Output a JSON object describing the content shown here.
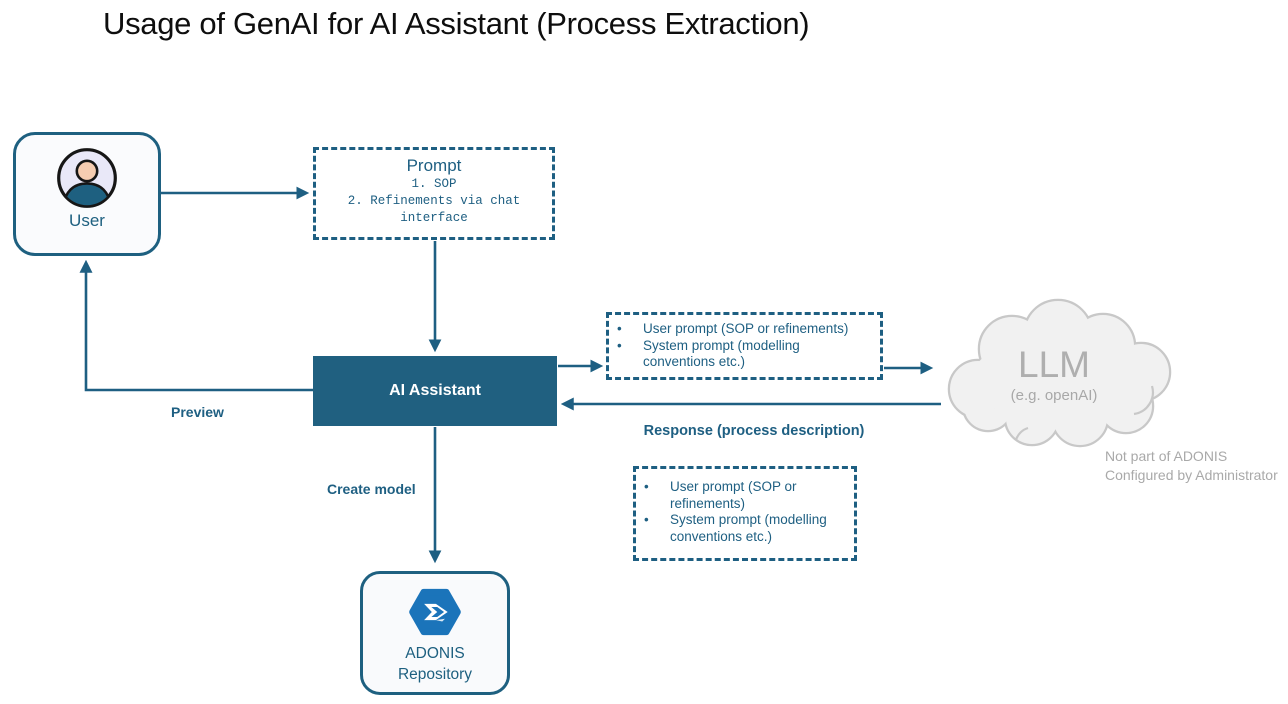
{
  "title": "Usage of GenAI for AI Assistant (Process Extraction)",
  "colors": {
    "teal_line": "#1E5F82",
    "ai_box_fill": "#206080",
    "node_border": "#1E6080",
    "adonis_blue": "#1B74BA",
    "cloud_fill": "#F1F1F1",
    "cloud_stroke": "#C8C8C8",
    "gray_text": "#A9A9A9",
    "avatar_bg": "#E9E8F8",
    "avatar_skin": "#F6CDB1"
  },
  "nodes": {
    "user": {
      "label": "User"
    },
    "prompt_box": {
      "title": "Prompt",
      "line1": "1. SOP",
      "line2": "2. Refinements via chat interface"
    },
    "ai_assistant": {
      "label": "AI Assistant"
    },
    "request_box": {
      "bullets": [
        "User prompt (SOP or refinements)",
        "System prompt (modelling conventions etc.)"
      ]
    },
    "llm_cloud": {
      "label": "LLM",
      "sublabel": "(e.g. openAI)"
    },
    "detail_box": {
      "bullets": [
        "User prompt (SOP or refinements)",
        "System prompt (modelling conventions etc.)"
      ]
    },
    "adonis_repository": {
      "line1": "ADONIS",
      "line2": "Repository"
    }
  },
  "labels": {
    "preview": "Preview",
    "response": "Response (process description)",
    "create_model": "Create model"
  },
  "notes": {
    "line1": "Not part of ADONIS",
    "line2": "Configured by Administrator"
  }
}
